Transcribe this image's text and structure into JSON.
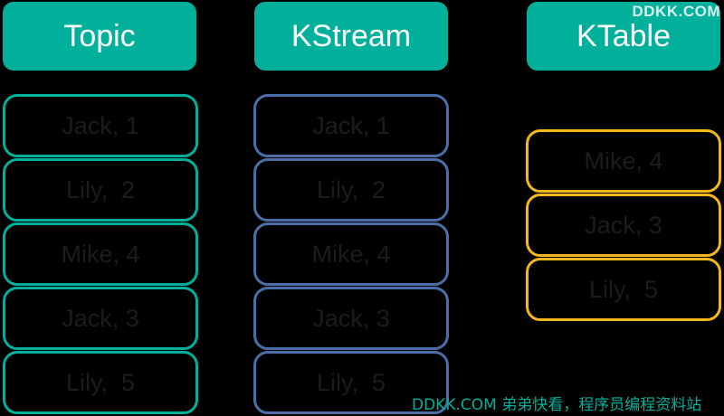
{
  "watermark_top": "DDKK.COM",
  "watermark_bottom": "DDKK.COM 弟弟快看，程序员编程资料站",
  "columns": [
    {
      "header": "Topic",
      "color": "#00b09b",
      "rows": [
        "Jack, 1",
        "Lily,  2",
        "Mike, 4",
        "Jack, 3",
        "Lily,  5"
      ]
    },
    {
      "header": "KStream",
      "color": "#4a6fa8",
      "rows": [
        "Jack, 1",
        "Lily,  2",
        "Mike, 4",
        "Jack, 3",
        "Lily,  5"
      ]
    },
    {
      "header": "KTable",
      "color": "#f5b81c",
      "rows": [
        "Mike, 4",
        "Jack, 3",
        "Lily,  5"
      ]
    }
  ]
}
